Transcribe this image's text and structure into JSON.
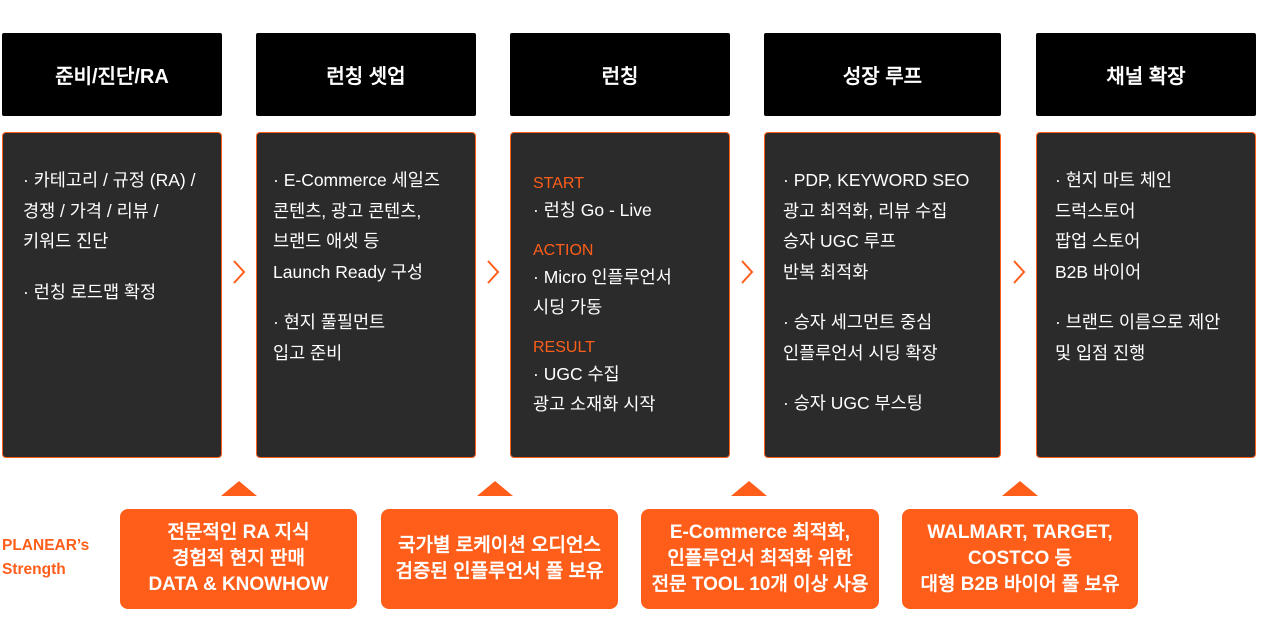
{
  "steps": [
    {
      "title": "준비/진단/RA",
      "blocks": [
        "· 카테고리 / 규정 (RA) /\n  경쟁 / 가격 / 리뷰 /\n  키워드 진단",
        "· 런칭 로드맵 확정"
      ]
    },
    {
      "title": "런칭 셋업",
      "blocks": [
        "· E-Commerce 세일즈\n  콘텐츠, 광고 콘텐츠,\n  브랜드 애셋 등\n  Launch Ready 구성",
        "· 현지 풀필먼트\n  입고 준비"
      ]
    },
    {
      "title": "런칭",
      "sections": [
        {
          "label": "START",
          "text": "· 런칭 Go - Live"
        },
        {
          "label": "ACTION",
          "text": "· Micro 인플루언서\n  시딩 가동"
        },
        {
          "label": "RESULT",
          "text": "· UGC 수집\n  광고 소재화 시작"
        }
      ]
    },
    {
      "title": "성장 루프",
      "blocks": [
        "· PDP, KEYWORD SEO\n  광고 최적화, 리뷰 수집\n  승자 UGC 루프\n  반복 최적화",
        "· 승자 세그먼트 중심\n  인플루언서 시딩 확장",
        "· 승자 UGC 부스팅"
      ]
    },
    {
      "title": "채널 확장",
      "blocks": [
        "· 현지 마트 체인\n  드럭스토어\n  팝업 스토어\n  B2B 바이어",
        "· 브랜드 이름으로 제안\n  및 입점 진행"
      ]
    }
  ],
  "strength_label": "PLANEAR’s\nStrength",
  "strengths": [
    "전문적인 RA 지식\n경험적 현지 판매\nDATA & KNOWHOW",
    "국가별 로케이션 오디언스\n검증된 인플루언서 풀 보유",
    "E-Commerce 최적화,\n인플루언서 최적화 위한\n전문 TOOL 10개 이상 사용",
    "WALMART, TARGET,\nCOSTCO 등\n대형 B2B 바이어 풀 보유"
  ],
  "colors": {
    "accent": "#ff5e1a",
    "card": "#2b2b2b",
    "header": "#000000"
  }
}
